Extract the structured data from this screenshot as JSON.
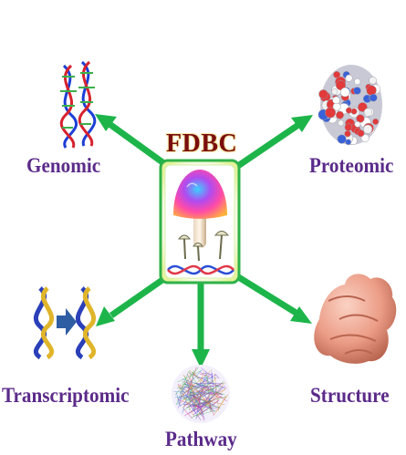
{
  "title": "FDBC",
  "nodes": {
    "genomic": "Genomic",
    "proteomic": "Proteomic",
    "transcriptomic": "Transcriptomic",
    "pathway": "Pathway",
    "structure": "Structure"
  },
  "colors": {
    "arrow": "#1db54a",
    "label": "#5b2b8a",
    "title": "#7a0e0e",
    "box_border": "#2fb24a",
    "box_glow": "#eef7b0"
  },
  "icons": {
    "center": "mushroom-icon",
    "genomic": "dna-helix-icon",
    "proteomic": "protein-structure-icon",
    "transcriptomic": "transcription-icon",
    "pathway": "network-icon",
    "structure": "fungus-structure-icon"
  }
}
